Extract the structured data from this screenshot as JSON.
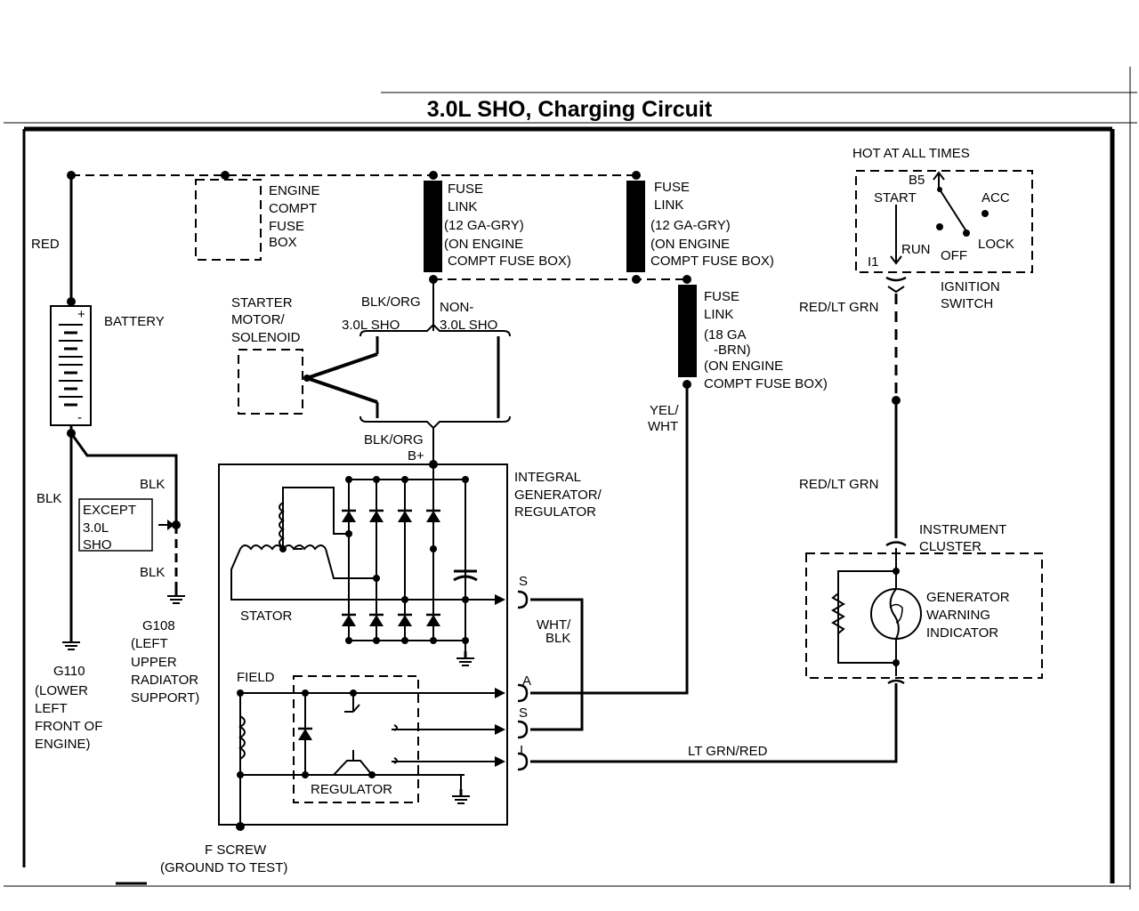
{
  "title": "3.0L SHO, Charging Circuit",
  "colors": {
    "line": "#000000",
    "background": "#ffffff"
  },
  "labels": {
    "red": "RED",
    "battery": "BATTERY",
    "battery_plus": "+",
    "battery_minus": "-",
    "blk_left": "BLK",
    "blk_upper": "BLK",
    "blk_lower": "BLK",
    "except": [
      "EXCEPT",
      "3.0L",
      "SHO"
    ],
    "g110": [
      "G110",
      "(LOWER",
      "LEFT",
      "FRONT OF",
      "ENGINE)"
    ],
    "g108": [
      "G108",
      "(LEFT",
      "UPPER",
      "RADIATOR",
      "SUPPORT)"
    ],
    "engine_fuse_box": [
      "ENGINE",
      "COMPT",
      "FUSE",
      "BOX"
    ],
    "fuse_link_1": [
      "FUSE",
      "LINK",
      "(12 GA-GRY)",
      "(ON ENGINE",
      "COMPT FUSE BOX)"
    ],
    "fuse_link_2": [
      "FUSE",
      "LINK",
      "(12 GA-GRY)",
      "(ON ENGINE",
      "COMPT FUSE BOX)"
    ],
    "fuse_link_3": [
      "FUSE",
      "LINK",
      "(18 GA",
      "-BRN)",
      "(ON ENGINE",
      "COMPT FUSE BOX)"
    ],
    "starter": [
      "STARTER",
      "MOTOR/",
      "SOLENOID"
    ],
    "blk_org_top": "BLK/ORG",
    "sho_30": "3.0L SHO",
    "non": "NON-",
    "non_sho": "3.0L SHO",
    "blk_org_bottom": "BLK/ORG",
    "b_plus": "B+",
    "yel_wht": [
      "YEL/",
      "WHT"
    ],
    "integral": [
      "INTEGRAL",
      "GENERATOR/",
      "REGULATOR"
    ],
    "stator": "STATOR",
    "field": "FIELD",
    "regulator": "REGULATOR",
    "f_screw": [
      "F SCREW",
      "(GROUND TO TEST)"
    ],
    "term_s1": "S",
    "term_a": "A",
    "term_s2": "S",
    "term_i": "I",
    "wht_blk": [
      "WHT/",
      "BLK"
    ],
    "lt_grn_red": "LT GRN/RED",
    "hot": "HOT AT ALL TIMES",
    "b5": "B5",
    "start": "START",
    "acc": "ACC",
    "run": "RUN",
    "off": "OFF",
    "lock": "LOCK",
    "i1": "I1",
    "ignition": [
      "IGNITION",
      "SWITCH"
    ],
    "red_lt_grn_1": "RED/LT GRN",
    "red_lt_grn_2": "RED/LT GRN",
    "cluster": [
      "INSTRUMENT",
      "CLUSTER"
    ],
    "indicator": [
      "GENERATOR",
      "WARNING",
      "INDICATOR"
    ]
  }
}
